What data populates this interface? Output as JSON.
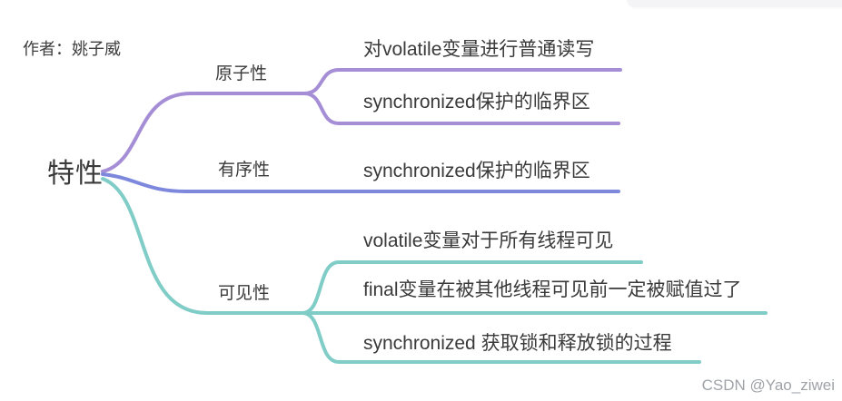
{
  "meta": {
    "author_note": "作者：姚子威",
    "watermark": "CSDN @Yao_ziwei"
  },
  "colors": {
    "atomicity": "#a58ed6",
    "ordering": "#7d88dd",
    "visibility": "#80ccc7",
    "text": "#3a3a3a",
    "watermark": "#9fa3a8"
  },
  "mindmap": {
    "root": "特性",
    "branches": [
      {
        "label": "原子性",
        "color": "#a58ed6",
        "children": [
          "对volatile变量进行普通读写",
          "synchronized保护的临界区"
        ]
      },
      {
        "label": "有序性",
        "color": "#7d88dd",
        "children": [
          "synchronized保护的临界区"
        ]
      },
      {
        "label": "可见性",
        "color": "#80ccc7",
        "children": [
          "volatile变量对于所有线程可见",
          "final变量在被其他线程可见前一定被赋值过了",
          "synchronized 获取锁和释放锁的过程"
        ]
      }
    ]
  }
}
